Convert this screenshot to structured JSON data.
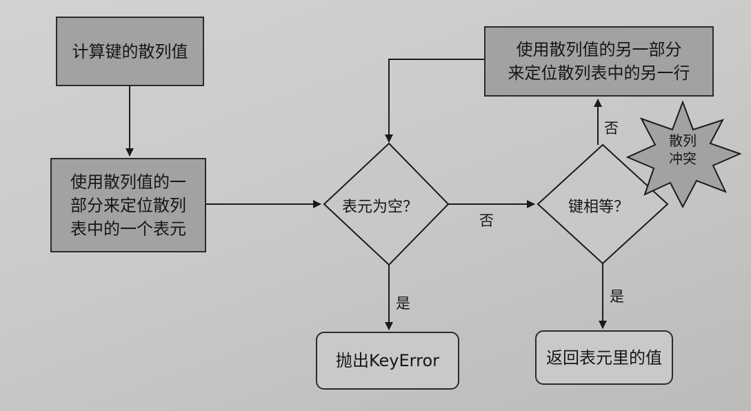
{
  "nodes": {
    "compute_hash": "计算键的散列值",
    "locate_bucket": "使用散列值的一\n部分来定位散列\n表中的一个表元",
    "locate_other_bucket": "使用散列值的另一部分\n来定位散列表中的另一行",
    "bucket_empty": "表元为空？",
    "keys_equal": "键相等？",
    "raise_keyerror": "抛出KeyError",
    "return_value": "返回表元里的值",
    "hash_collision": "散列\n冲突"
  },
  "edges": {
    "empty_yes": "是",
    "empty_no": "否",
    "equal_yes": "是",
    "equal_no": "否"
  }
}
